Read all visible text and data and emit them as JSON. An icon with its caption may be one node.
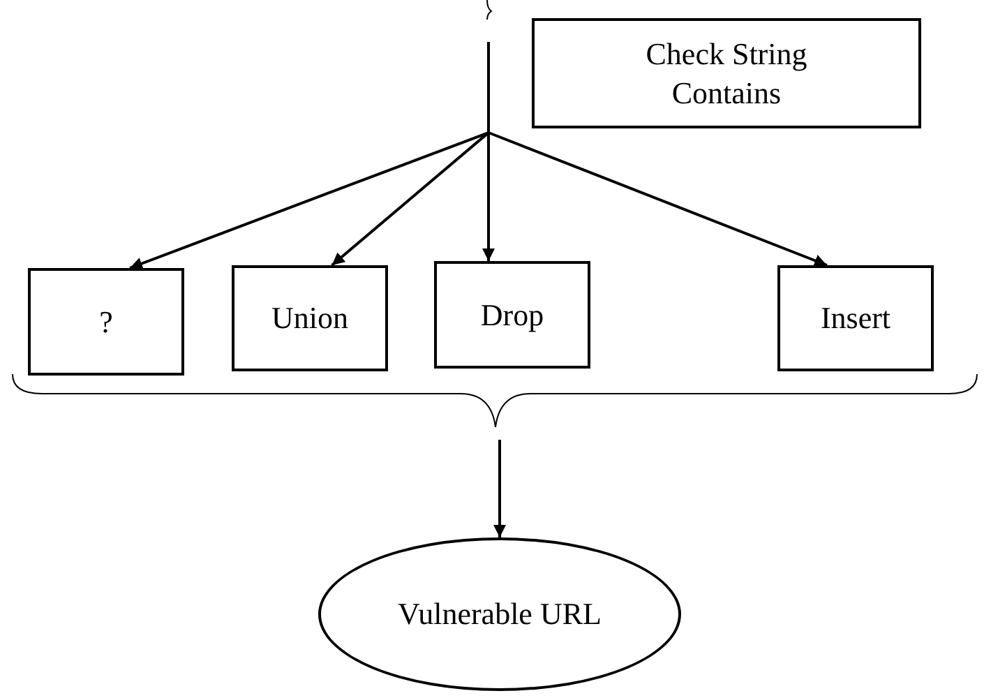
{
  "diagram": {
    "nodes": [
      {
        "text": [
          "Check String Contains"
        ]
      },
      {
        "text": [
          "?"
        ]
      },
      {
        "text": [
          "Union"
        ]
      },
      {
        "text": [
          "Drop"
        ]
      },
      {
        "text": [
          "Insert"
        ]
      },
      {
        "text": [
          "Vulnerable URL"
        ]
      }
    ],
    "edges": [
      {
        "from": null,
        "to": 1,
        "arrow": "to"
      },
      {
        "from": null,
        "to": 2,
        "arrow": "to"
      },
      {
        "from": null,
        "to": 3,
        "arrow": "to"
      },
      {
        "from": null,
        "to": 4,
        "arrow": "to"
      },
      {
        "from": null,
        "to": 5,
        "arrow": "to"
      }
    ]
  }
}
